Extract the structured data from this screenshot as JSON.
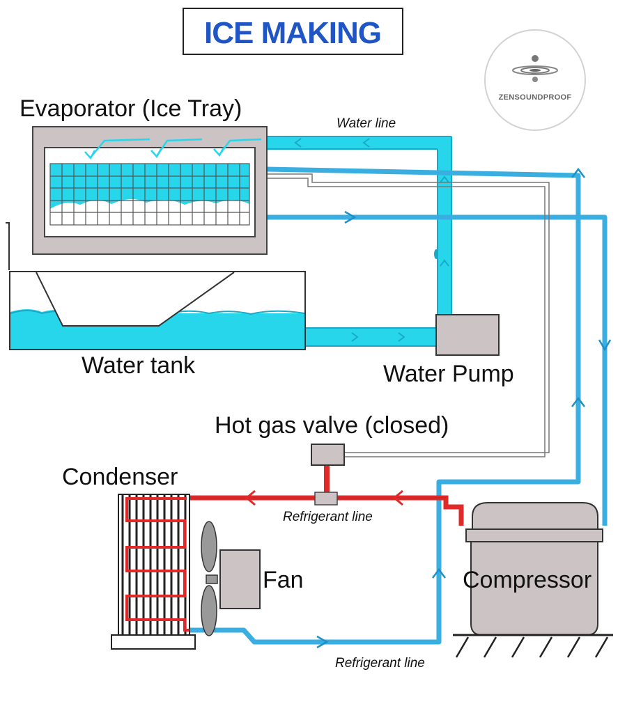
{
  "title": "ICE MAKING",
  "logo": {
    "text": "ZENSOUNDPROOF",
    "icon": "water-ripple-icon"
  },
  "labels": {
    "evaporator": "Evaporator (Ice Tray)",
    "water_line": "Water line",
    "water_tank": "Water tank",
    "water_pump": "Water Pump",
    "hot_gas_valve": "Hot gas valve (closed)",
    "condenser": "Condenser",
    "refrigerant_line_top": "Refrigerant line",
    "fan": "Fan",
    "compressor": "Compressor",
    "refrigerant_line_bottom": "Refrigerant line"
  },
  "colors": {
    "water": "#28d6ec",
    "water_outline": "#1aa9c4",
    "cold_refrigerant": "#3aaee0",
    "hot_refrigerant": "#e02929",
    "component_fill": "#ccc4c4",
    "title_text": "#1f55c4",
    "ice": "#ffffff"
  }
}
